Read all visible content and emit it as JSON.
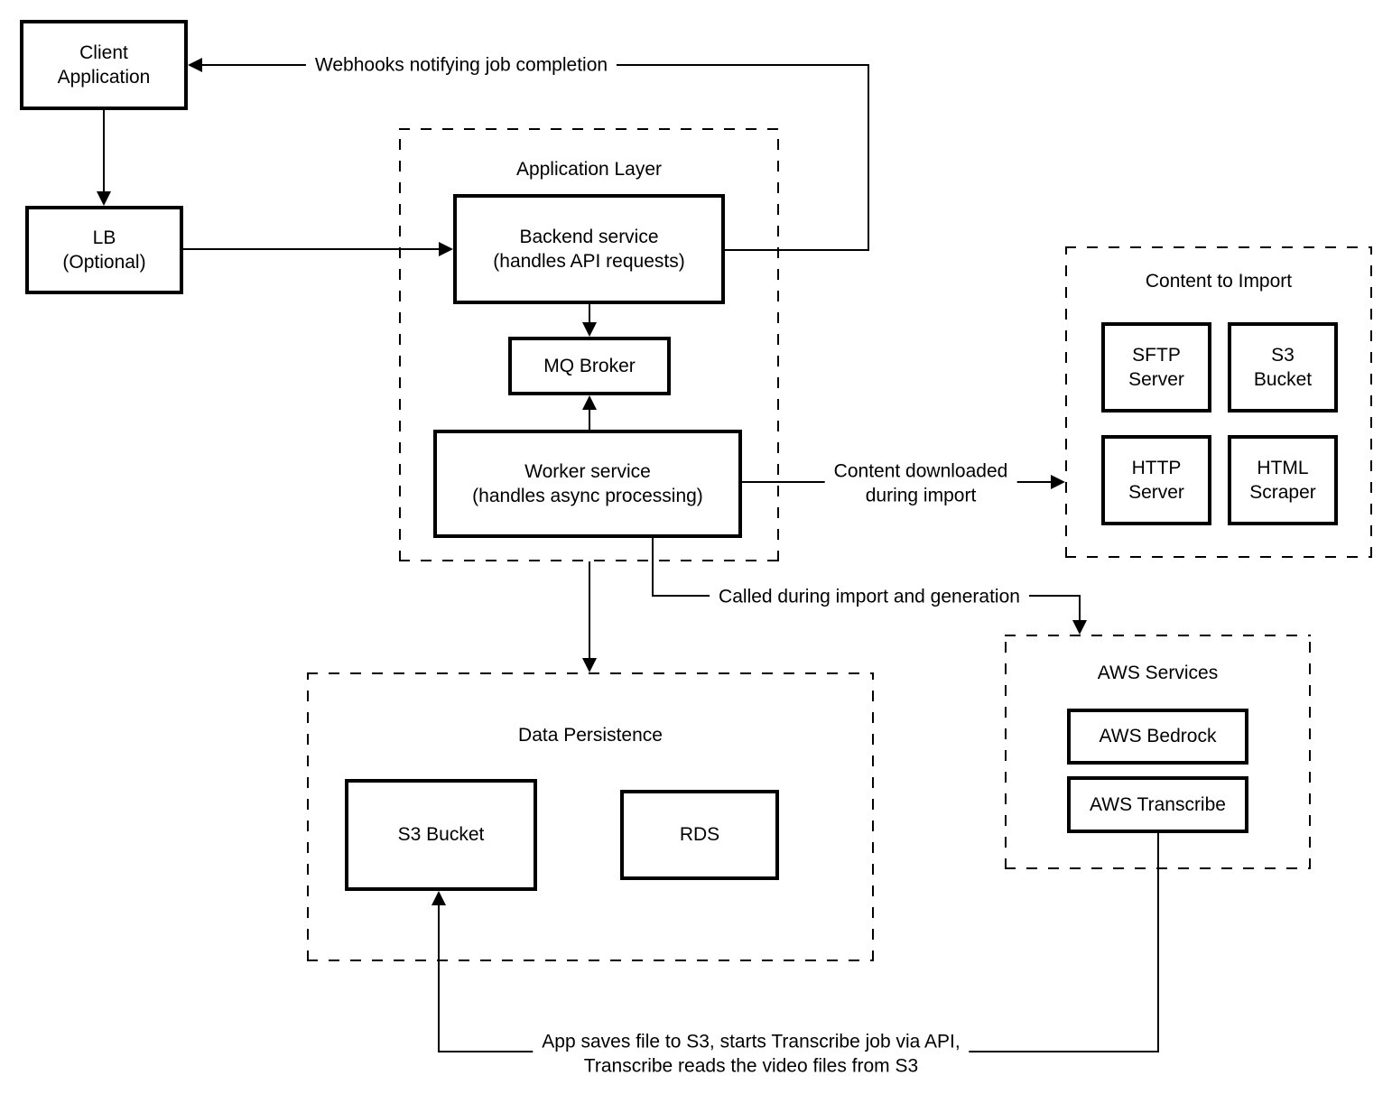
{
  "diagram": {
    "colors": {
      "stroke": "#000000",
      "background": "#ffffff"
    },
    "nodes": {
      "client_app": "Client\nApplication",
      "lb": "LB\n(Optional)",
      "backend": "Backend service\n(handles API requests)",
      "mq": "MQ Broker",
      "worker": "Worker service\n(handles async processing)",
      "sftp": "SFTP\nServer",
      "s3_import": "S3\nBucket",
      "http": "HTTP\nServer",
      "html_scraper": "HTML\nScraper",
      "s3_data": "S3 Bucket",
      "rds": "RDS",
      "bedrock": "AWS Bedrock",
      "transcribe": "AWS Transcribe"
    },
    "groups": {
      "application_layer": "Application Layer",
      "content_to_import": "Content to Import",
      "data_persistence": "Data Persistence",
      "aws_services": "AWS Services"
    },
    "edges": {
      "webhooks": "Webhooks notifying job completion",
      "content_downloaded": "Content downloaded\nduring import",
      "called_during": "Called during import and generation",
      "transcribe_flow": "App saves file to S3, starts Transcribe job via API,\nTranscribe reads the video files from S3"
    }
  }
}
